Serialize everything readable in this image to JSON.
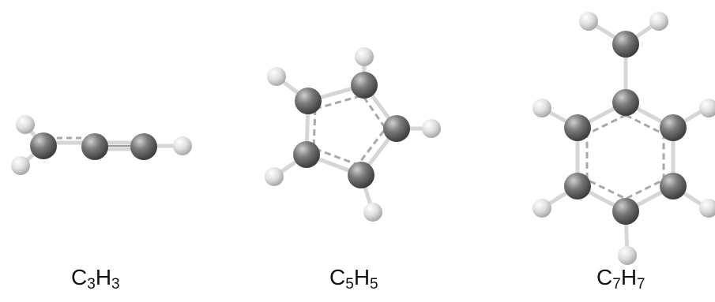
{
  "molecules": [
    {
      "element1": "C",
      "count1": "3",
      "element2": "H",
      "count2": "3"
    },
    {
      "element1": "C",
      "count1": "5",
      "element2": "H",
      "count2": "5"
    },
    {
      "element1": "C",
      "count1": "7",
      "element2": "H",
      "count2": "7"
    }
  ],
  "colors": {
    "carbon": "#6f6f6f",
    "hydrogen": "#e6e6e6",
    "bond": "#d4d4d4",
    "bond_dashed": "#a8a8a8"
  }
}
